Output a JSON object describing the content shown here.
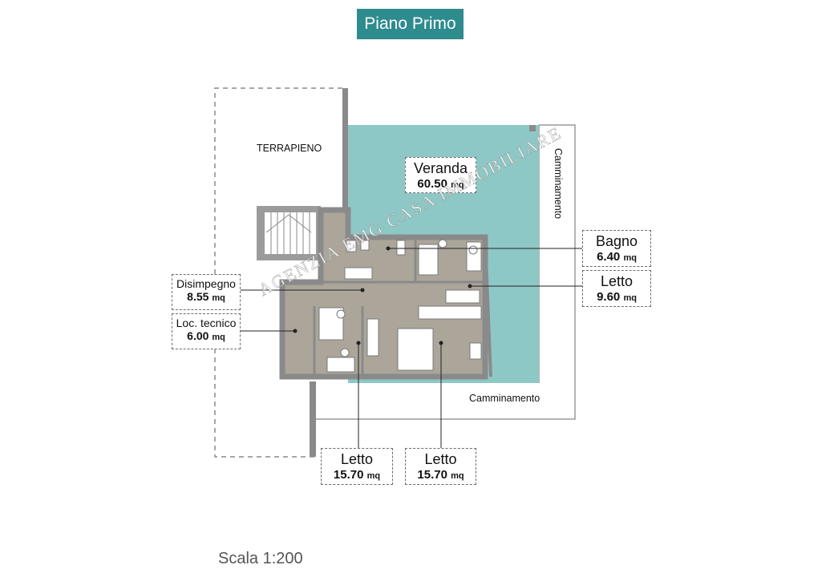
{
  "header": {
    "title": "Piano Primo"
  },
  "footer": {
    "scale": "Scala 1:200"
  },
  "outdoor_labels": {
    "terrapieno": "TERRAPIENO",
    "camminamento_bottom": "Camminamento",
    "camminamento_side": "Camminamento"
  },
  "rooms": {
    "veranda": {
      "name": "Veranda",
      "area": "60.50",
      "unit": "mq"
    },
    "bagno": {
      "name": "Bagno",
      "area": "6.40",
      "unit": "mq"
    },
    "letto_right": {
      "name": "Letto",
      "area": "9.60",
      "unit": "mq"
    },
    "disimpegno": {
      "name": "Disimpegno",
      "area": "8.55",
      "unit": "mq"
    },
    "loc_tecnico": {
      "name": "Loc. tecnico",
      "area": "6.00",
      "unit": "mq"
    },
    "letto_bottom_left": {
      "name": "Letto",
      "area": "15.70",
      "unit": "mq"
    },
    "letto_bottom_right": {
      "name": "Letto",
      "area": "15.70",
      "unit": "mq"
    }
  },
  "watermark": "AGENZIA EMG CASA IMMOBILIARE",
  "colors": {
    "veranda": "#8ec8c6",
    "interior": "#aba59a",
    "walls": "#8a8a8a",
    "badge": "#2e8b8e"
  }
}
